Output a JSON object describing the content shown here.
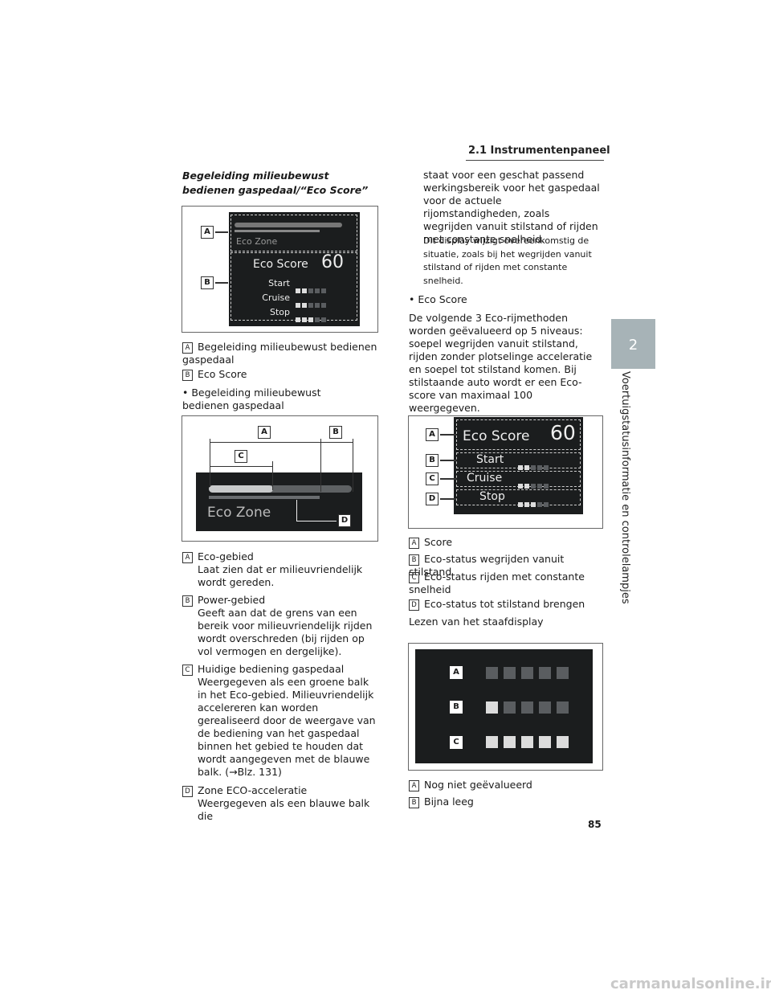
{
  "header": {
    "section": "2.1  Instrumentenpaneel"
  },
  "side_tab": {
    "number": "2",
    "text": "Voertuigstatusinformatie en controlelampjes"
  },
  "page_number": "85",
  "watermark": "carmanualsonline.info",
  "left": {
    "title": "Begeleiding milieubewust bedienen gaspedaal/“Eco Score”",
    "fig1": {
      "eco_zone": "Eco Zone",
      "eco_score": "Eco Score",
      "score": "60",
      "rows": [
        "Start",
        "Cruise",
        "Stop"
      ],
      "labels": [
        "A",
        "B"
      ]
    },
    "fig1_legend": [
      {
        "label": "A",
        "text": "Begeleiding milieubewust bedienen gaspedaal"
      },
      {
        "label": "B",
        "text": "Eco Score"
      }
    ],
    "bullet1": "• Begeleiding milieubewust bedienen gaspedaal",
    "fig2": {
      "eco_zone": "Eco Zone",
      "labels": [
        "A",
        "B",
        "C",
        "D"
      ]
    },
    "fig2_legend": [
      {
        "label": "A",
        "head": "Eco-gebied",
        "body": "Laat zien dat er milieuvriendelijk wordt gereden."
      },
      {
        "label": "B",
        "head": "Power-gebied",
        "body": "Geeft aan dat de grens van een bereik voor milieuvriendelijk rijden wordt overschreden (bij rijden op vol vermogen en dergelijke)."
      },
      {
        "label": "C",
        "head": "Huidige bediening gaspedaal",
        "body": "Weergegeven als een groene balk in het Eco-gebied. Milieuvriendelijk accelereren kan worden gerealiseerd door de weergave van de bediening van het gaspedaal binnen het gebied te houden dat wordt aangegeven met de blauwe balk. (→Blz. 131)"
      },
      {
        "label": "D",
        "head": "Zone ECO-acceleratie",
        "body": "Weergegeven als een blauwe balk die"
      }
    ]
  },
  "right": {
    "cont1": "staat voor een geschat passend werkingsbereik voor het gaspedaal voor de actuele rijomstandigheden, zoals wegrijden vanuit stilstand of rijden met constante snelheid.",
    "cont2": "Dit display wijzigt overeenkomstig de situatie, zoals bij het wegrijden vanuit stilstand of rijden met constante snelheid.",
    "bullet2": "• Eco Score",
    "para": "De volgende 3 Eco-rijmethoden worden geëvalueerd op 5 niveaus: soepel wegrijden vanuit stilstand, rijden zonder plotselinge acceleratie en soepel tot stilstand komen. Bij stilstaande auto wordt er een Eco-score van maximaal 100 weergegeven.",
    "fig3": {
      "eco_score": "Eco Score",
      "score": "60",
      "rows": [
        "Start",
        "Cruise",
        "Stop"
      ],
      "labels": [
        "A",
        "B",
        "C",
        "D"
      ]
    },
    "fig3_legend": [
      {
        "label": "A",
        "text": "Score"
      },
      {
        "label": "B",
        "text": "Eco-status wegrijden vanuit stilstand"
      },
      {
        "label": "C",
        "text": "Eco-status rijden met constante snelheid"
      },
      {
        "label": "D",
        "text": "Eco-status tot stilstand brengen"
      }
    ],
    "read_title": "Lezen van het staafdisplay",
    "fig4": {
      "labels": [
        "A",
        "B",
        "C"
      ],
      "levels": [
        0,
        1,
        5
      ]
    },
    "fig4_legend": [
      {
        "label": "A",
        "text": "Nog niet geëvalueerd"
      },
      {
        "label": "B",
        "text": "Bijna leeg"
      }
    ]
  }
}
